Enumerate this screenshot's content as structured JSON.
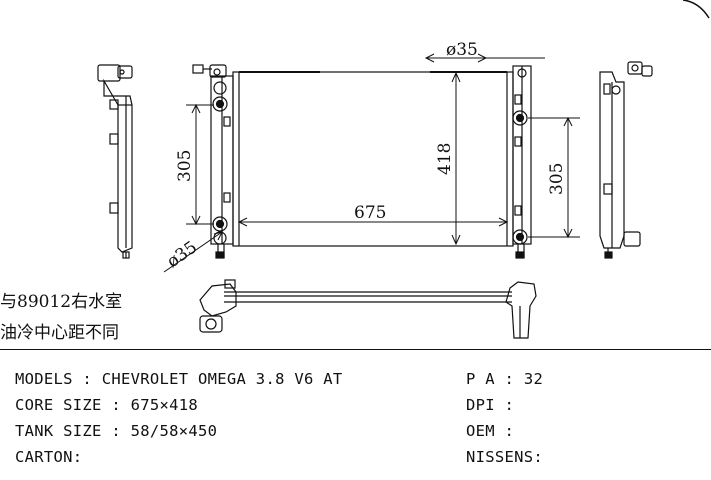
{
  "dimensions": {
    "top_hose_diameter": "ø35",
    "bottom_hose_diameter": "ø35",
    "core_height": "418",
    "tank_outlet_spacing_left": "305",
    "tank_outlet_spacing_right": "305",
    "core_width": "675"
  },
  "notes": {
    "line1": "与89012右水室",
    "line2": "油冷中心距不同"
  },
  "specs": {
    "models_label": "MODELS",
    "models_value": "CHEVROLET OMEGA 3.8 V6 AT",
    "core_size_label": "CORE SIZE",
    "core_size_value": "675×418",
    "tank_size_label": "TANK SIZE",
    "tank_size_value": "58/58×450",
    "carton_label": "CARTON:",
    "pa_label": "P A",
    "pa_value": "32",
    "dpi_label": "DPI",
    "dpi_value": "",
    "oem_label": "OEM",
    "oem_value": "",
    "nissens_label": "NISSENS:"
  }
}
